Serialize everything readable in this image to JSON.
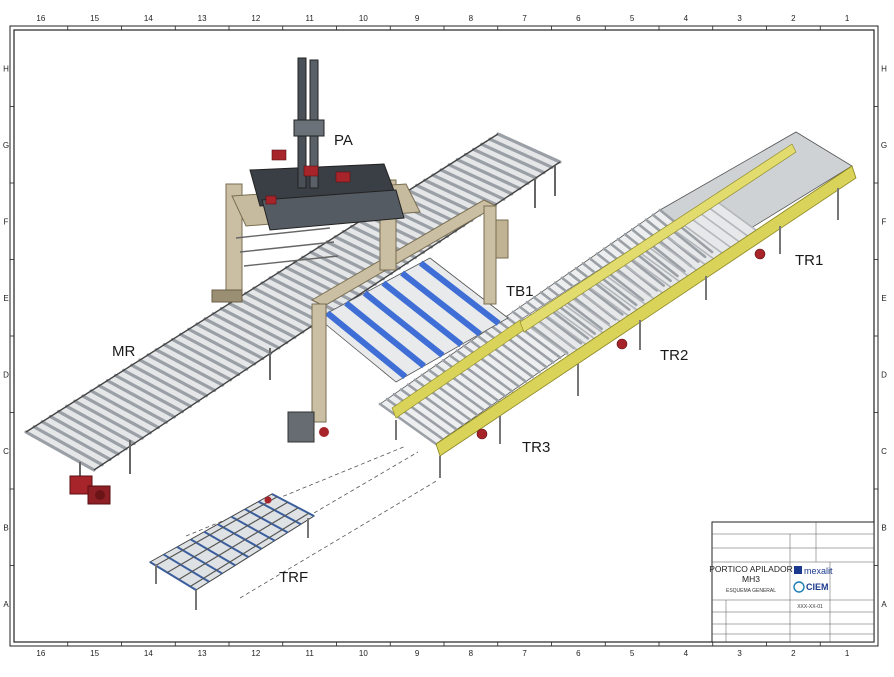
{
  "border": {
    "columns": [
      "16",
      "15",
      "14",
      "13",
      "12",
      "11",
      "10",
      "9",
      "8",
      "7",
      "6",
      "5",
      "4",
      "3",
      "2",
      "1"
    ],
    "rows": [
      "H",
      "G",
      "F",
      "E",
      "D",
      "C",
      "B",
      "A"
    ]
  },
  "labels": {
    "pa": "PA",
    "tb1": "TB1",
    "mr": "MR",
    "tr1": "TR1",
    "tr2": "TR2",
    "tr3": "TR3",
    "trf": "TRF"
  },
  "title_block": {
    "title_line1": "PORTICO APILADOR",
    "title_line2": "MH3",
    "subtitle": "ESQUEMA GENERAL",
    "logo_mexalit": "mexalit",
    "logo_ciem": "CIEM",
    "drawing_number": "XXX-XX-01"
  },
  "colors": {
    "roller": "#9aa0a6",
    "frame": "#d9d35a",
    "frame_dark": "#a8a232",
    "blue": "#3f6fd6",
    "tan": "#cbbfa3",
    "red": "#a8242b",
    "dark": "#444a50"
  }
}
